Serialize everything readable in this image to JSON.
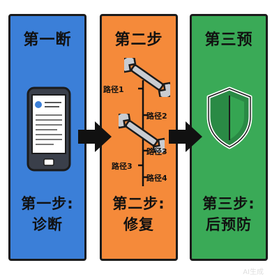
{
  "panels": [
    {
      "title": "第一断",
      "step_line1": "第一步:",
      "step_line2": "诊断",
      "color": "#3b7fd8",
      "icon": "smartphone-icon"
    },
    {
      "title": "第二步",
      "step_line1": "第二步:",
      "step_line2": "修复",
      "color": "#f58a3a",
      "icon": "wrench-icon",
      "paths": [
        "路径1",
        "路径2",
        "路径3",
        "路径3",
        "路径4"
      ]
    },
    {
      "title": "第三预",
      "step_line1": "第三步:",
      "step_line2": "后预防",
      "color": "#3aaa57",
      "icon": "shield-icon"
    }
  ],
  "arrows": [
    "arrow-right-icon",
    "arrow-right-icon"
  ],
  "watermark": "AI生成"
}
